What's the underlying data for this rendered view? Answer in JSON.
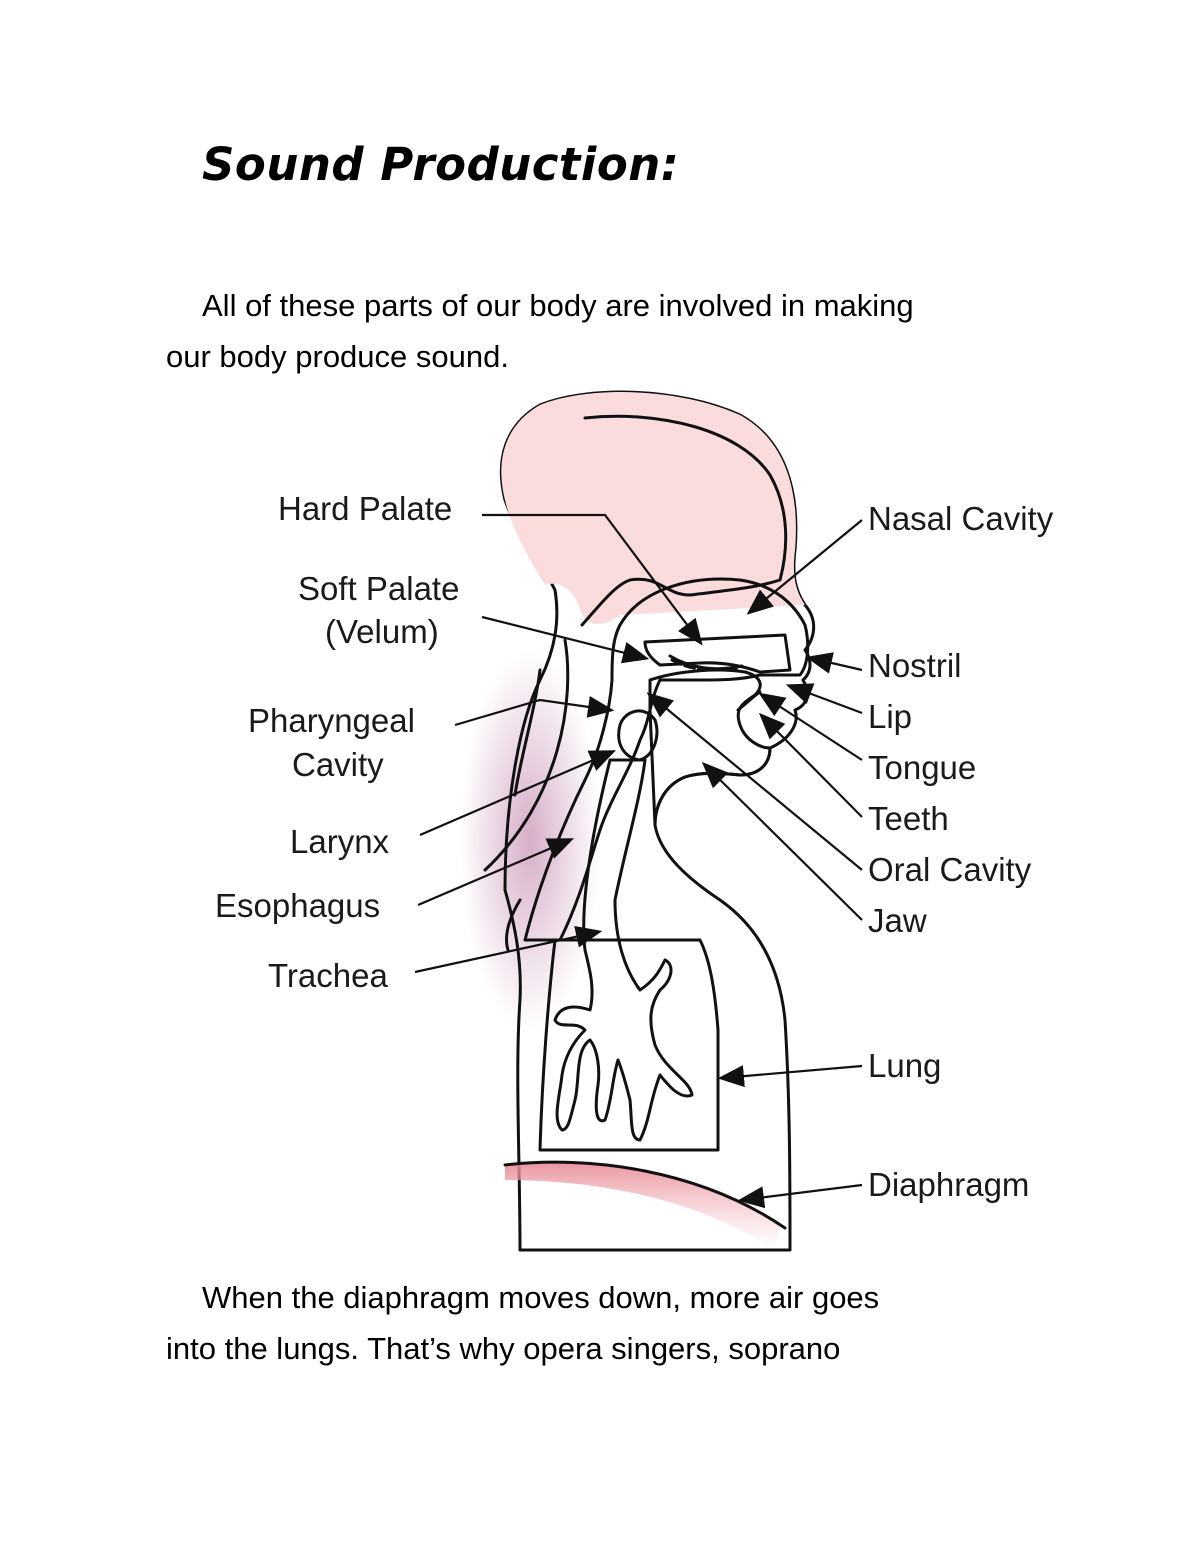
{
  "document": {
    "title": "Sound Production:",
    "intro_lines": [
      "All of these parts of our body are involved in making",
      "our body produce sound."
    ],
    "body_lines": [
      "When the diaphragm moves down, more air goes",
      "into the lungs. That’s why opera singers, soprano"
    ]
  },
  "diagram": {
    "left_labels": {
      "hard_palate": "Hard Palate",
      "soft_palate_line1": "Soft Palate",
      "soft_palate_line2": "(Velum)",
      "pharyngeal_line1": "Pharyngeal",
      "pharyngeal_line2": "Cavity",
      "larynx": "Larynx",
      "esophagus": "Esophagus",
      "trachea": "Trachea"
    },
    "right_labels": {
      "nasal_cavity": "Nasal Cavity",
      "nostril": "Nostril",
      "lip": "Lip",
      "tongue": "Tongue",
      "teeth": "Teeth",
      "oral_cavity": "Oral Cavity",
      "jaw": "Jaw",
      "lung": "Lung",
      "diaphragm": "Diaphragm"
    },
    "colors": {
      "skin": "#f9d3d3",
      "skin_head": "#fbdcdc",
      "tract": "#a44f86",
      "lung": "#cc6ea0",
      "trachea": "#c43a72",
      "palate": "#f08ab3",
      "diaphragm_glow": "#e99aa3"
    }
  }
}
